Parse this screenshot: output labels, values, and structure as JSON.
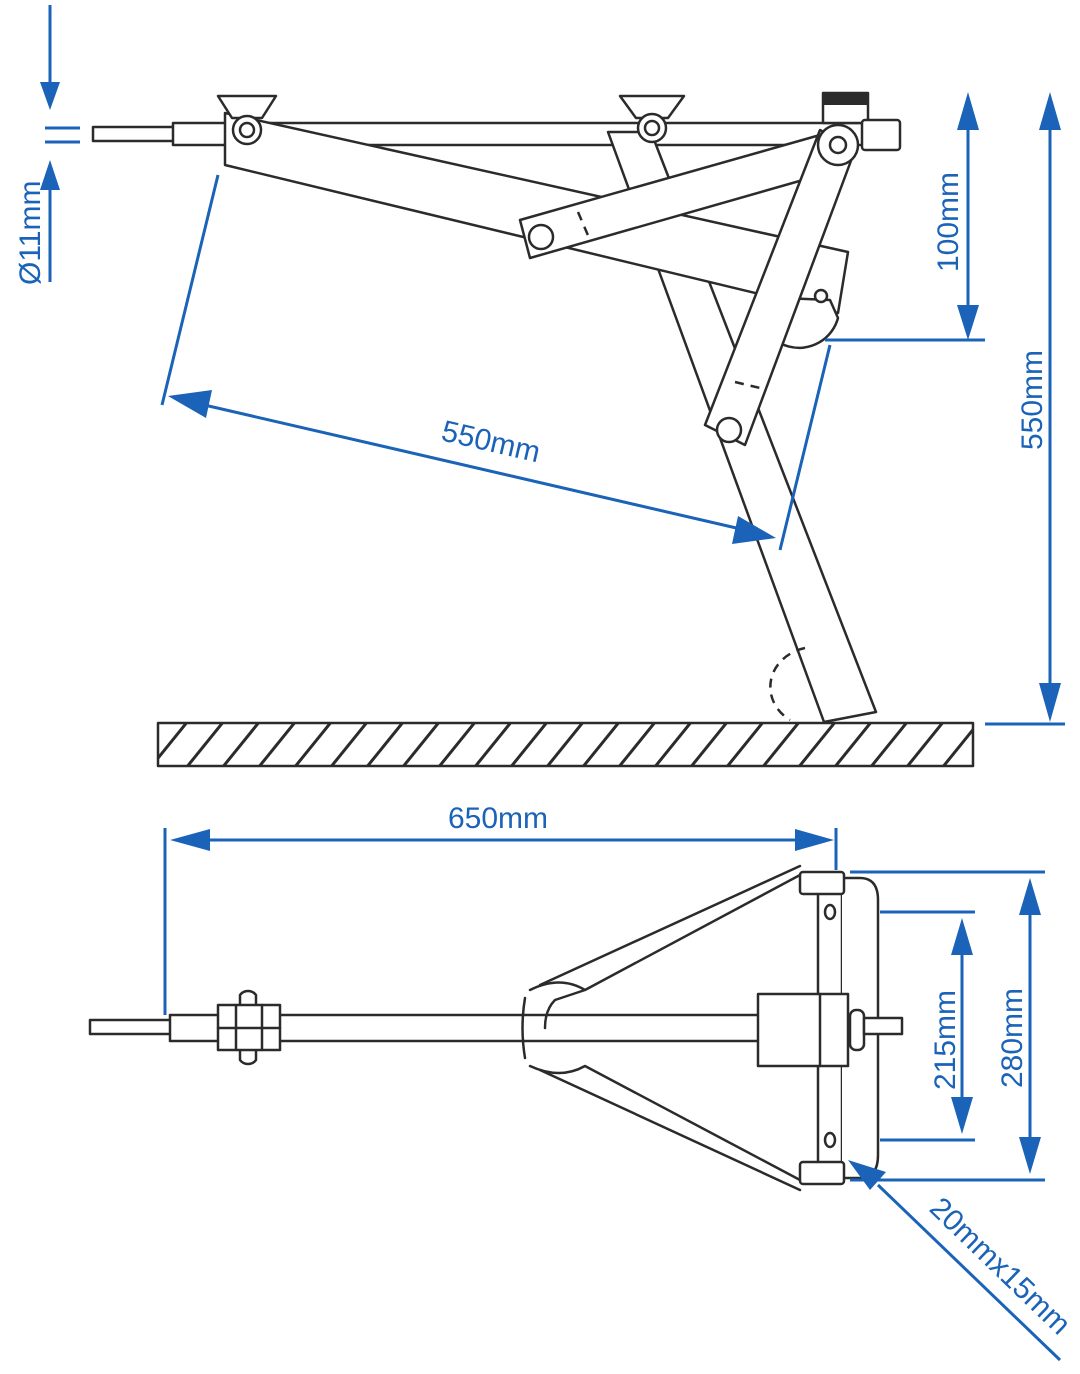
{
  "colors": {
    "dimension": "#1a63b8",
    "outline": "#2b2b2b",
    "background": "#ffffff"
  },
  "dimensions": {
    "rod_diameter": "Ø11mm",
    "top_bracket_drop": "100mm",
    "total_height": "550mm",
    "leg_length": "550mm",
    "overall_length": "650mm",
    "inner_width": "215mm",
    "outer_width": "280mm",
    "tube_section": "20mmx15mm"
  }
}
